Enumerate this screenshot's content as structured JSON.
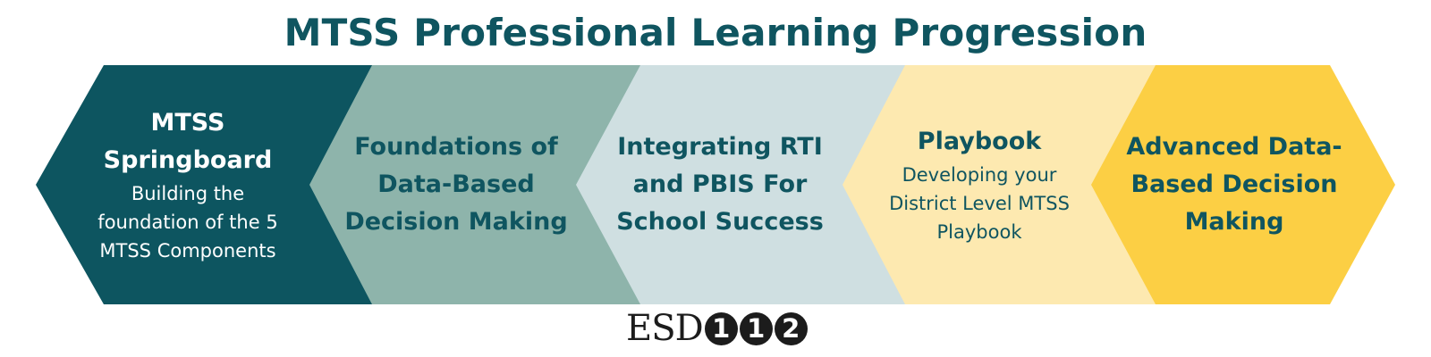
{
  "title": "MTSS Professional Learning Progression",
  "stages": [
    {
      "title_lines": [
        "MTSS",
        "Springboard"
      ],
      "description_lines": [
        "Building the",
        "foundation of the 5",
        "MTSS Components"
      ],
      "fill": "#0d5560",
      "text_color": "#ffffff"
    },
    {
      "title_lines": [
        "Foundations of",
        "Data-Based",
        "Decision Making"
      ],
      "description_lines": [],
      "fill": "#8eb4ab",
      "text_color": "#0f5560"
    },
    {
      "title_lines": [
        "Integrating RTI",
        "and PBIS For",
        "School Success"
      ],
      "description_lines": [],
      "fill": "#cfdfe1",
      "text_color": "#0f5560"
    },
    {
      "title_lines": [
        "Playbook"
      ],
      "description_lines": [
        "Developing your",
        "District Level MTSS",
        "Playbook"
      ],
      "fill": "#fde9b0",
      "text_color": "#0f5560"
    },
    {
      "title_lines": [
        "Advanced Data-",
        "Based Decision",
        "Making"
      ],
      "description_lines": [],
      "fill": "#fccf44",
      "text_color": "#0f5560"
    }
  ],
  "logo": {
    "word": "ESD",
    "digits": [
      "1",
      "1",
      "2"
    ],
    "color": "#1c1c1c"
  }
}
